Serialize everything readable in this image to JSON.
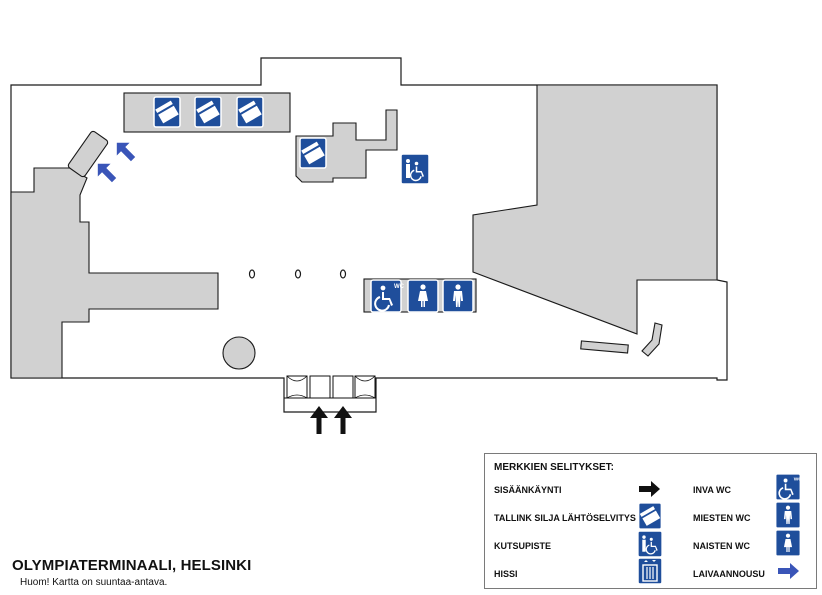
{
  "map": {
    "title": "OLYMPIATERMINAALI, HELSINKI",
    "note": "Huom! Kartta on suuntaa-antava."
  },
  "legend": {
    "title": "MERKKIEN SELITYKSET:",
    "items": [
      {
        "label": "SISÄÄNKÄYNTI",
        "icon": "entrance-arrow-icon"
      },
      {
        "label": "TALLINK SILJA LÄHTÖSELVITYS",
        "icon": "check-in-ticket-icon"
      },
      {
        "label": "KUTSUPISTE",
        "icon": "call-point-icon"
      },
      {
        "label": "HISSI",
        "icon": "elevator-icon"
      },
      {
        "label": "INVA WC",
        "icon": "accessible-wc-icon"
      },
      {
        "label": "MIESTEN WC",
        "icon": "mens-wc-icon"
      },
      {
        "label": "NAISTEN WC",
        "icon": "womens-wc-icon"
      },
      {
        "label": "LAIVAANNOUSU",
        "icon": "boarding-arrow-icon"
      }
    ]
  },
  "colors": {
    "icon_blue": "#1f4e9b",
    "boarding_blue": "#3a55b8",
    "wall_grey": "#d1d1d1"
  }
}
